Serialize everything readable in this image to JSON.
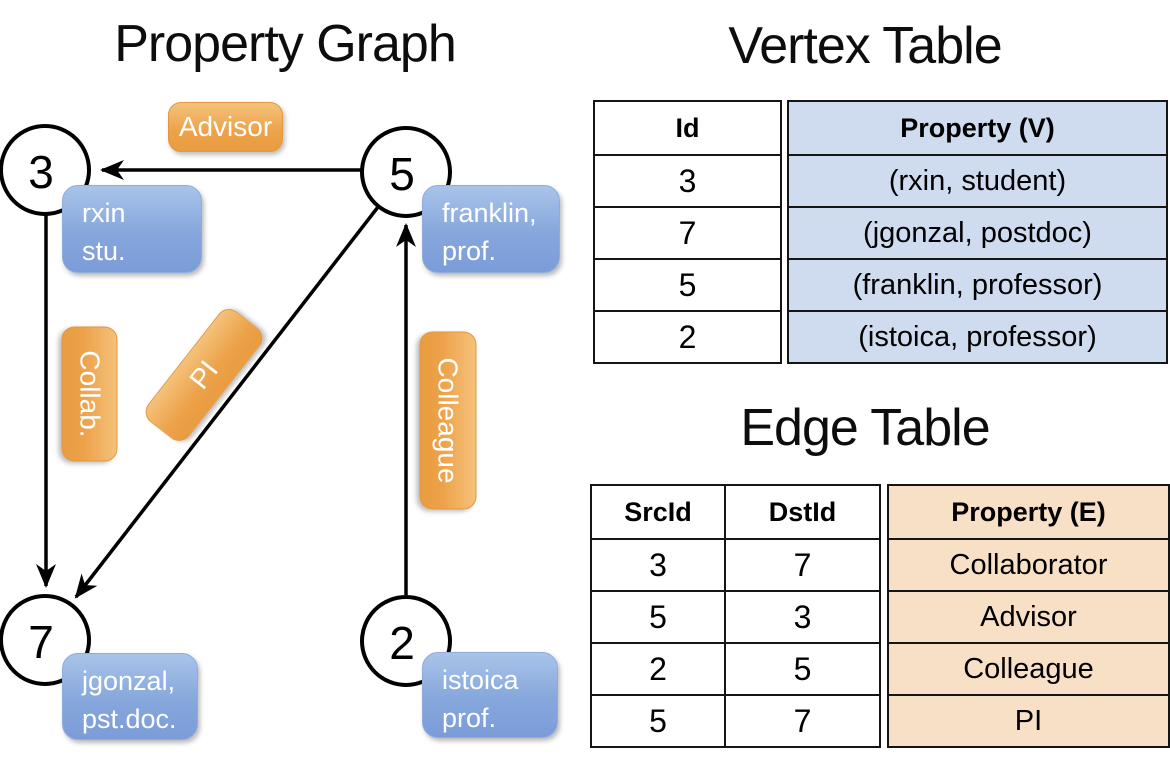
{
  "graph": {
    "title": "Property Graph",
    "nodes": [
      {
        "id": "3",
        "property": "rxin\nstu."
      },
      {
        "id": "5",
        "property": "franklin,\nprof."
      },
      {
        "id": "7",
        "property": "jgonzal,\npst.doc."
      },
      {
        "id": "2",
        "property": "istoica\nprof."
      }
    ],
    "edge_labels": {
      "advisor": "Advisor",
      "collab": "Collab.",
      "pi": "PI",
      "colleague": "Colleague"
    }
  },
  "vertex_table": {
    "title": "Vertex Table",
    "columns": {
      "id": "Id",
      "property": "Property (V)"
    },
    "rows": [
      {
        "id": "3",
        "property": "(rxin, student)"
      },
      {
        "id": "7",
        "property": "(jgonzal, postdoc)"
      },
      {
        "id": "5",
        "property": "(franklin, professor)"
      },
      {
        "id": "2",
        "property": "(istoica, professor)"
      }
    ]
  },
  "edge_table": {
    "title": "Edge Table",
    "columns": {
      "src": "SrcId",
      "dst": "DstId",
      "property": "Property (E)"
    },
    "rows": [
      {
        "src": "3",
        "dst": "7",
        "property": "Collaborator"
      },
      {
        "src": "5",
        "dst": "3",
        "property": "Advisor"
      },
      {
        "src": "2",
        "dst": "5",
        "property": "Colleague"
      },
      {
        "src": "5",
        "dst": "7",
        "property": "PI"
      }
    ]
  },
  "colors": {
    "vertex_box_blue": "#86a7dc",
    "edge_label_orange": "#eda24a",
    "vertex_table_fill": "#cfdbef",
    "edge_table_fill": "#f7e0c6",
    "line_black": "#000000"
  }
}
